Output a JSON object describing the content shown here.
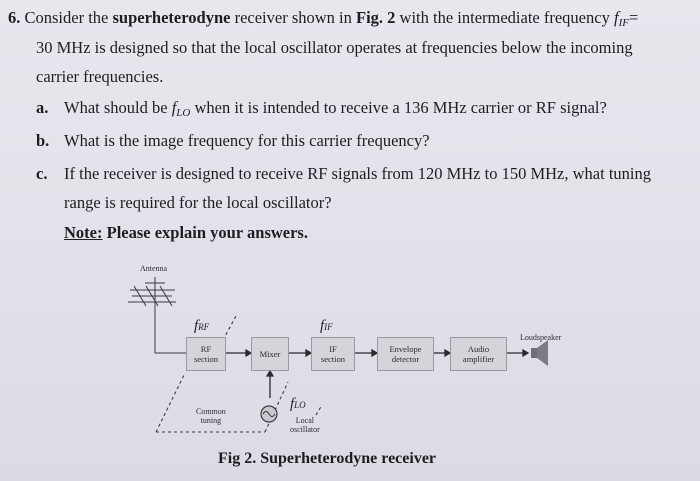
{
  "question": {
    "number": "6.",
    "intro_a": "Consider the ",
    "intro_b": "superheterodyne",
    "intro_c": " receiver shown in ",
    "intro_d": "Fig. 2",
    "intro_e": " with the intermediate frequency ",
    "fif": "f",
    "fif_sub": "IF",
    "eq": "=",
    "line2": "30 MHz is designed so that the local oscillator operates at frequencies below the incoming",
    "line3": "carrier frequencies."
  },
  "parts": {
    "a_label": "a.",
    "a_pre": "What should be ",
    "a_f": "f",
    "a_sub": "LO",
    "a_post": " when it is intended to receive a 136 MHz carrier or RF signal?",
    "b_label": "b.",
    "b_text": "What is the image frequency for this carrier frequency?",
    "c_label": "c.",
    "c_text1": "If the receiver is designed to receive RF signals from 120 MHz to 150 MHz, what tuning",
    "c_text2": "range is required for the local oscillator?"
  },
  "note": {
    "label": "Note:",
    "text": " Please explain your answers."
  },
  "diagram": {
    "antenna": "Antenna",
    "f_rf": "f",
    "f_rf_sub": "RF",
    "f_if": "f",
    "f_if_sub": "IF",
    "f_lo": "f",
    "f_lo_sub": "LO",
    "rf_section_1": "RF",
    "rf_section_2": "section",
    "mixer": "Mixer",
    "if_section_1": "IF",
    "if_section_2": "section",
    "envelope_1": "Envelope",
    "envelope_2": "detector",
    "audio_1": "Audio",
    "audio_2": "amplifier",
    "loudspeaker": "Loudspeaker",
    "common_1": "Common",
    "common_2": "tuning",
    "local_1": "Local",
    "local_2": "oscillator"
  },
  "caption": "Fig 2. Superheterodyne receiver"
}
